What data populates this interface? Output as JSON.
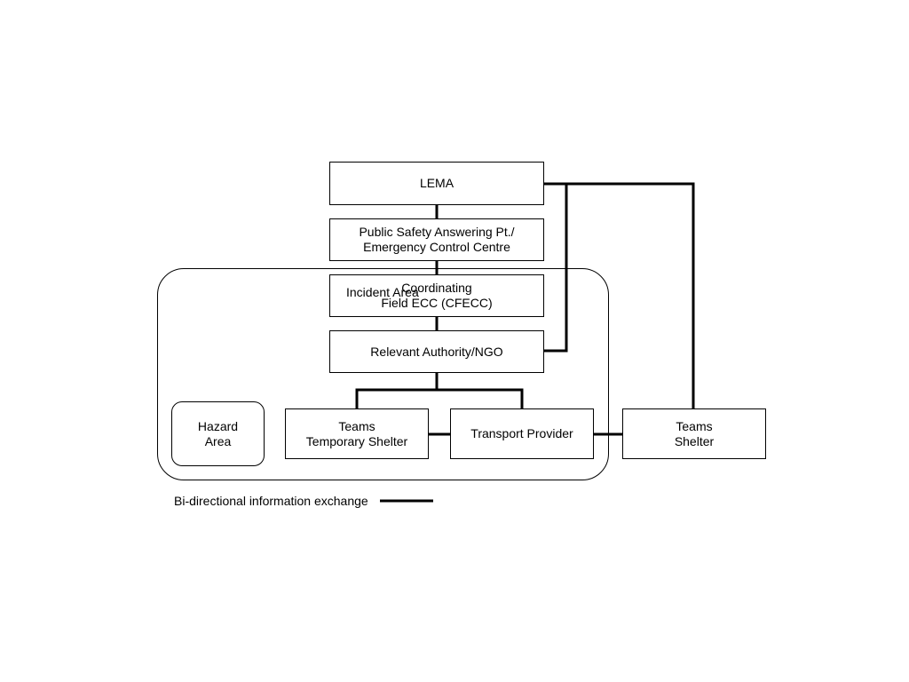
{
  "diagram": {
    "nodes": {
      "lema": {
        "line1": "LEMA"
      },
      "psap": {
        "line1": "Public Safety Answering Pt./",
        "line2": "Emergency Control Centre"
      },
      "cfecc": {
        "line1": "Coordinating",
        "line2": "Field ECC (CFECC)"
      },
      "authority": {
        "line1": "Relevant Authority/NGO"
      },
      "teams_temp": {
        "line1": "Teams",
        "line2": "Temporary Shelter"
      },
      "transport": {
        "line1": "Transport Provider"
      },
      "teams_shelter": {
        "line1": "Teams",
        "line2": "Shelter"
      },
      "hazard": {
        "line1": "Hazard",
        "line2": "Area"
      }
    },
    "incident_area_label": "Incident Area",
    "legend": {
      "label": "Bi-directional information exchange"
    }
  }
}
